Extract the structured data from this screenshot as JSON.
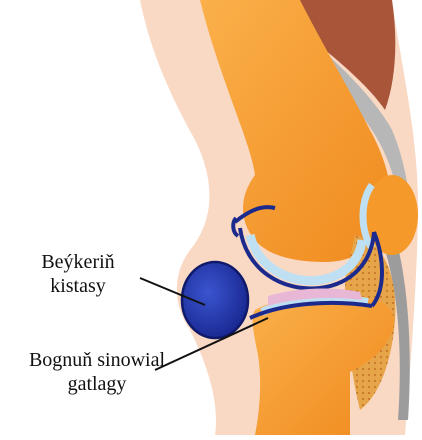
{
  "labels": {
    "bakers_cyst_line1": "Beýkeriň",
    "bakers_cyst_line2": "kistasy",
    "synovial_line1": "Bognuň sinowial",
    "synovial_line2": "gatlagy"
  },
  "colors": {
    "skin": "#f9d9c4",
    "bone": "#f59a2a",
    "bone_light": "#fbb04a",
    "cartilage": "#bfe0f2",
    "synovial_membrane": "#1b2a8c",
    "cyst": "#2a3fb0",
    "muscle": "#a8553a",
    "tendon": "#b7b7b7",
    "fat": "#e7a54a"
  }
}
